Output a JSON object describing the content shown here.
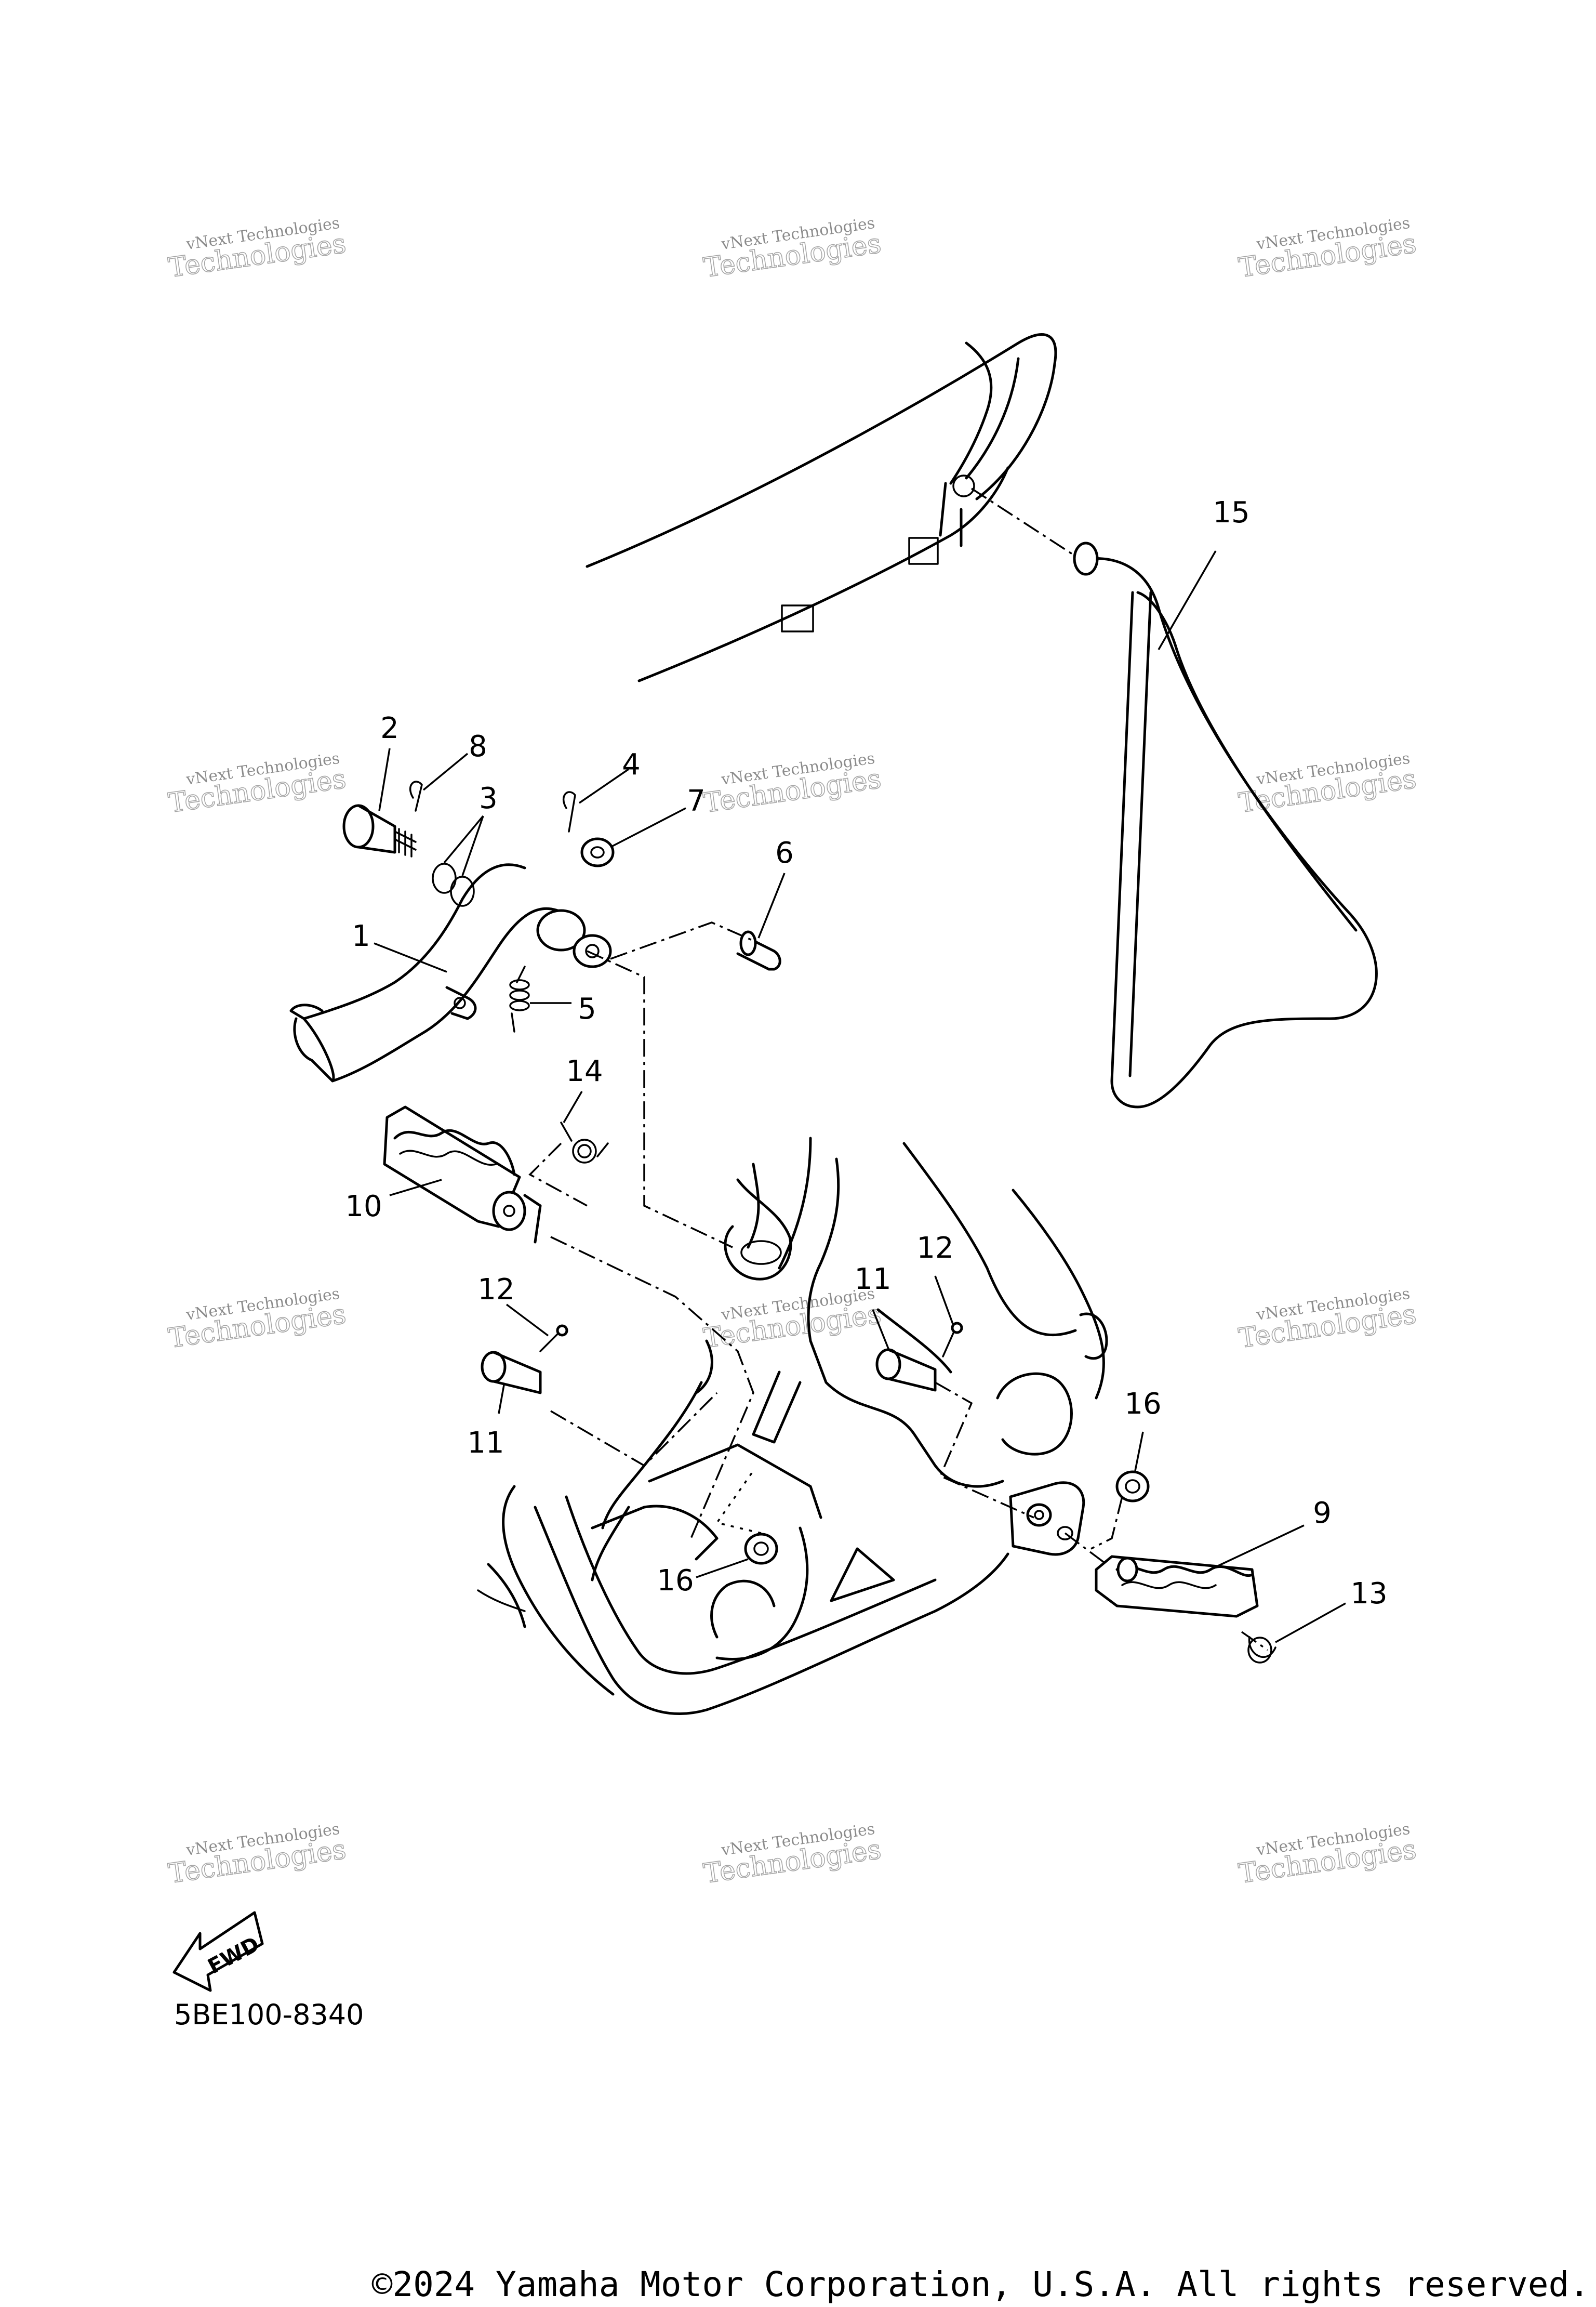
{
  "diagram": {
    "callouts": {
      "c1": "1",
      "c2": "2",
      "c3": "3",
      "c4": "4",
      "c5": "5",
      "c6": "6",
      "c7": "7",
      "c8": "8",
      "c9": "9",
      "c10": "10",
      "c11a": "11",
      "c11b": "11",
      "c12a": "12",
      "c12b": "12",
      "c13": "13",
      "c14": "14",
      "c15": "15",
      "c16a": "16",
      "c16b": "16"
    },
    "fwd_label": "FWD",
    "part_code": "5BE100-8340",
    "watermark": {
      "line1": "vNext Technologies",
      "line2": "Technologies"
    }
  },
  "footer": {
    "copyright": "©2024 Yamaha Motor Corporation, U.S.A. All rights reserved."
  }
}
